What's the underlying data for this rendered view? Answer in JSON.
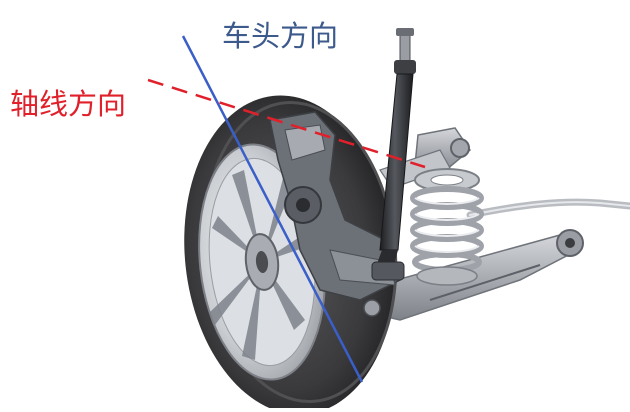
{
  "labels": {
    "vehicle_heading": "车头方向",
    "axle_direction": "轴线方向"
  },
  "colors": {
    "vehicle_heading_line": "#3a5fc8",
    "axle_line": "#e0202a",
    "heading_text": "#3c5a8c",
    "axle_text": "#e0202a",
    "tire": "#3e3e40",
    "rim": "#cfd2d6",
    "metal": "#8a8d92",
    "dark_metal": "#2c2d30"
  },
  "icons": {
    "subject": "suspension-wheel-assembly"
  }
}
